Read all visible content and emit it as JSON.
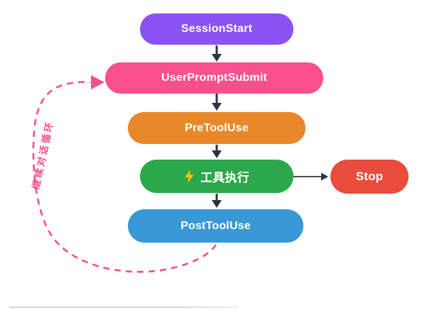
{
  "colors": {
    "session_start": "#8B52F4",
    "user_prompt_submit": "#F9508C",
    "pre_tool_use": "#E8882B",
    "tool_execution": "#2AA84B",
    "post_tool_use": "#3998D6",
    "stop": "#E74C3C",
    "solid_arrow": "#2B3440",
    "loop_arrow": "#F4508C",
    "bolt_fill": "#FFC21E",
    "divider": "#D7D7D7"
  },
  "diagram": {
    "nodes": {
      "session_start": {
        "label": "SessionStart"
      },
      "user_prompt_submit": {
        "label": "UserPromptSubmit"
      },
      "pre_tool_use": {
        "label": "PreToolUse"
      },
      "tool_execution": {
        "label": "工具执行",
        "icon": "lightning-bolt-icon"
      },
      "post_tool_use": {
        "label": "PostToolUse"
      },
      "stop": {
        "label": "Stop"
      }
    },
    "edges": [
      {
        "from": "SessionStart",
        "to": "UserPromptSubmit",
        "style": "solid-arrow"
      },
      {
        "from": "UserPromptSubmit",
        "to": "PreToolUse",
        "style": "solid-arrow"
      },
      {
        "from": "PreToolUse",
        "to": "工具执行",
        "style": "solid-arrow"
      },
      {
        "from": "工具执行",
        "to": "Stop",
        "style": "solid-arrow"
      },
      {
        "from": "工具执行",
        "to": "PostToolUse",
        "style": "solid-arrow"
      },
      {
        "from": "PostToolUse",
        "to": "UserPromptSubmit",
        "style": "dashed-loop",
        "label": "继续对话循环"
      }
    ],
    "loop_label": "继续对话循环"
  }
}
